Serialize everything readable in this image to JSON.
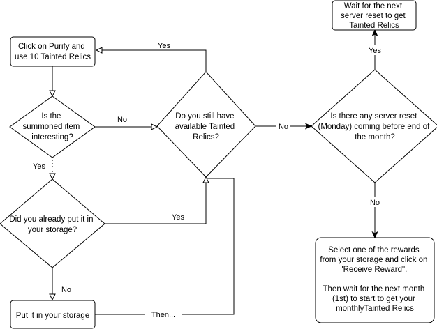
{
  "nodes": {
    "click_purify": [
      "Click on Purify and",
      "use 10 Tainted Relics"
    ],
    "summoned_interesting": [
      "Is the",
      "summoned item",
      "interesting?"
    ],
    "still_have_relics": [
      "Do you still have",
      "available Tainted",
      "Relics?"
    ],
    "server_reset": [
      "Is there any server reset",
      "(Monday) coming before end of",
      "the month?"
    ],
    "wait_next_reset": [
      "Wait for the next",
      "server reset to get",
      "Tainted Relics"
    ],
    "already_stored": [
      "Did you already put it in",
      "your storage?"
    ],
    "put_in_storage": [
      "Put it in your storage"
    ],
    "select_reward": [
      "Select one of the rewards",
      "from your storage and click on",
      "\"Receive Reward\".",
      "",
      "Then wait for the next month",
      "(1st) to start to get your",
      "monthlyTainted Relics"
    ]
  },
  "edges": {
    "relics_yes": "Yes",
    "summoned_no": "No",
    "summoned_yes": "Yes",
    "relics_no": "No",
    "reset_yes": "Yes",
    "reset_no": "No",
    "stored_yes": "Yes",
    "stored_no": "No",
    "storage_then": "Then..."
  }
}
